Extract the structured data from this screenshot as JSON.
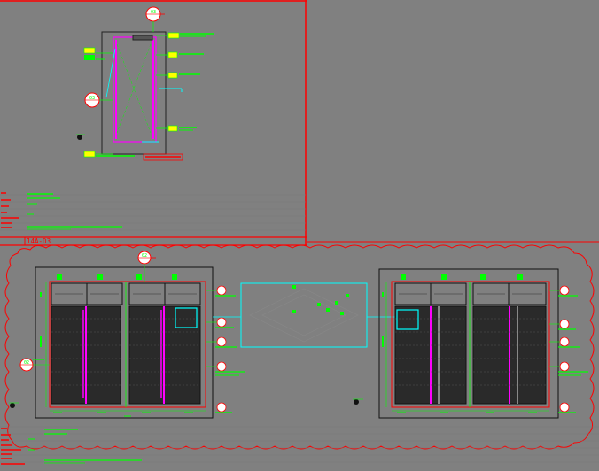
{
  "drawing": {
    "sheet_label": "14A-D3",
    "sheet_label_prefix": "",
    "bubbles": [
      {
        "id": "b1",
        "num": "03",
        "ref": ""
      },
      {
        "id": "b2",
        "num": "03",
        "ref": ""
      },
      {
        "id": "b3",
        "num": "02",
        "ref": ""
      },
      {
        "id": "b4",
        "num": "02",
        "ref": ""
      }
    ],
    "colors": {
      "background": "#808080",
      "red": "#ff0000",
      "green": "#00ff00",
      "cyan": "#00ffff",
      "magenta": "#ff00ff",
      "dark": "#222222",
      "white": "#ffffff",
      "yellow": "#ffff00"
    }
  }
}
